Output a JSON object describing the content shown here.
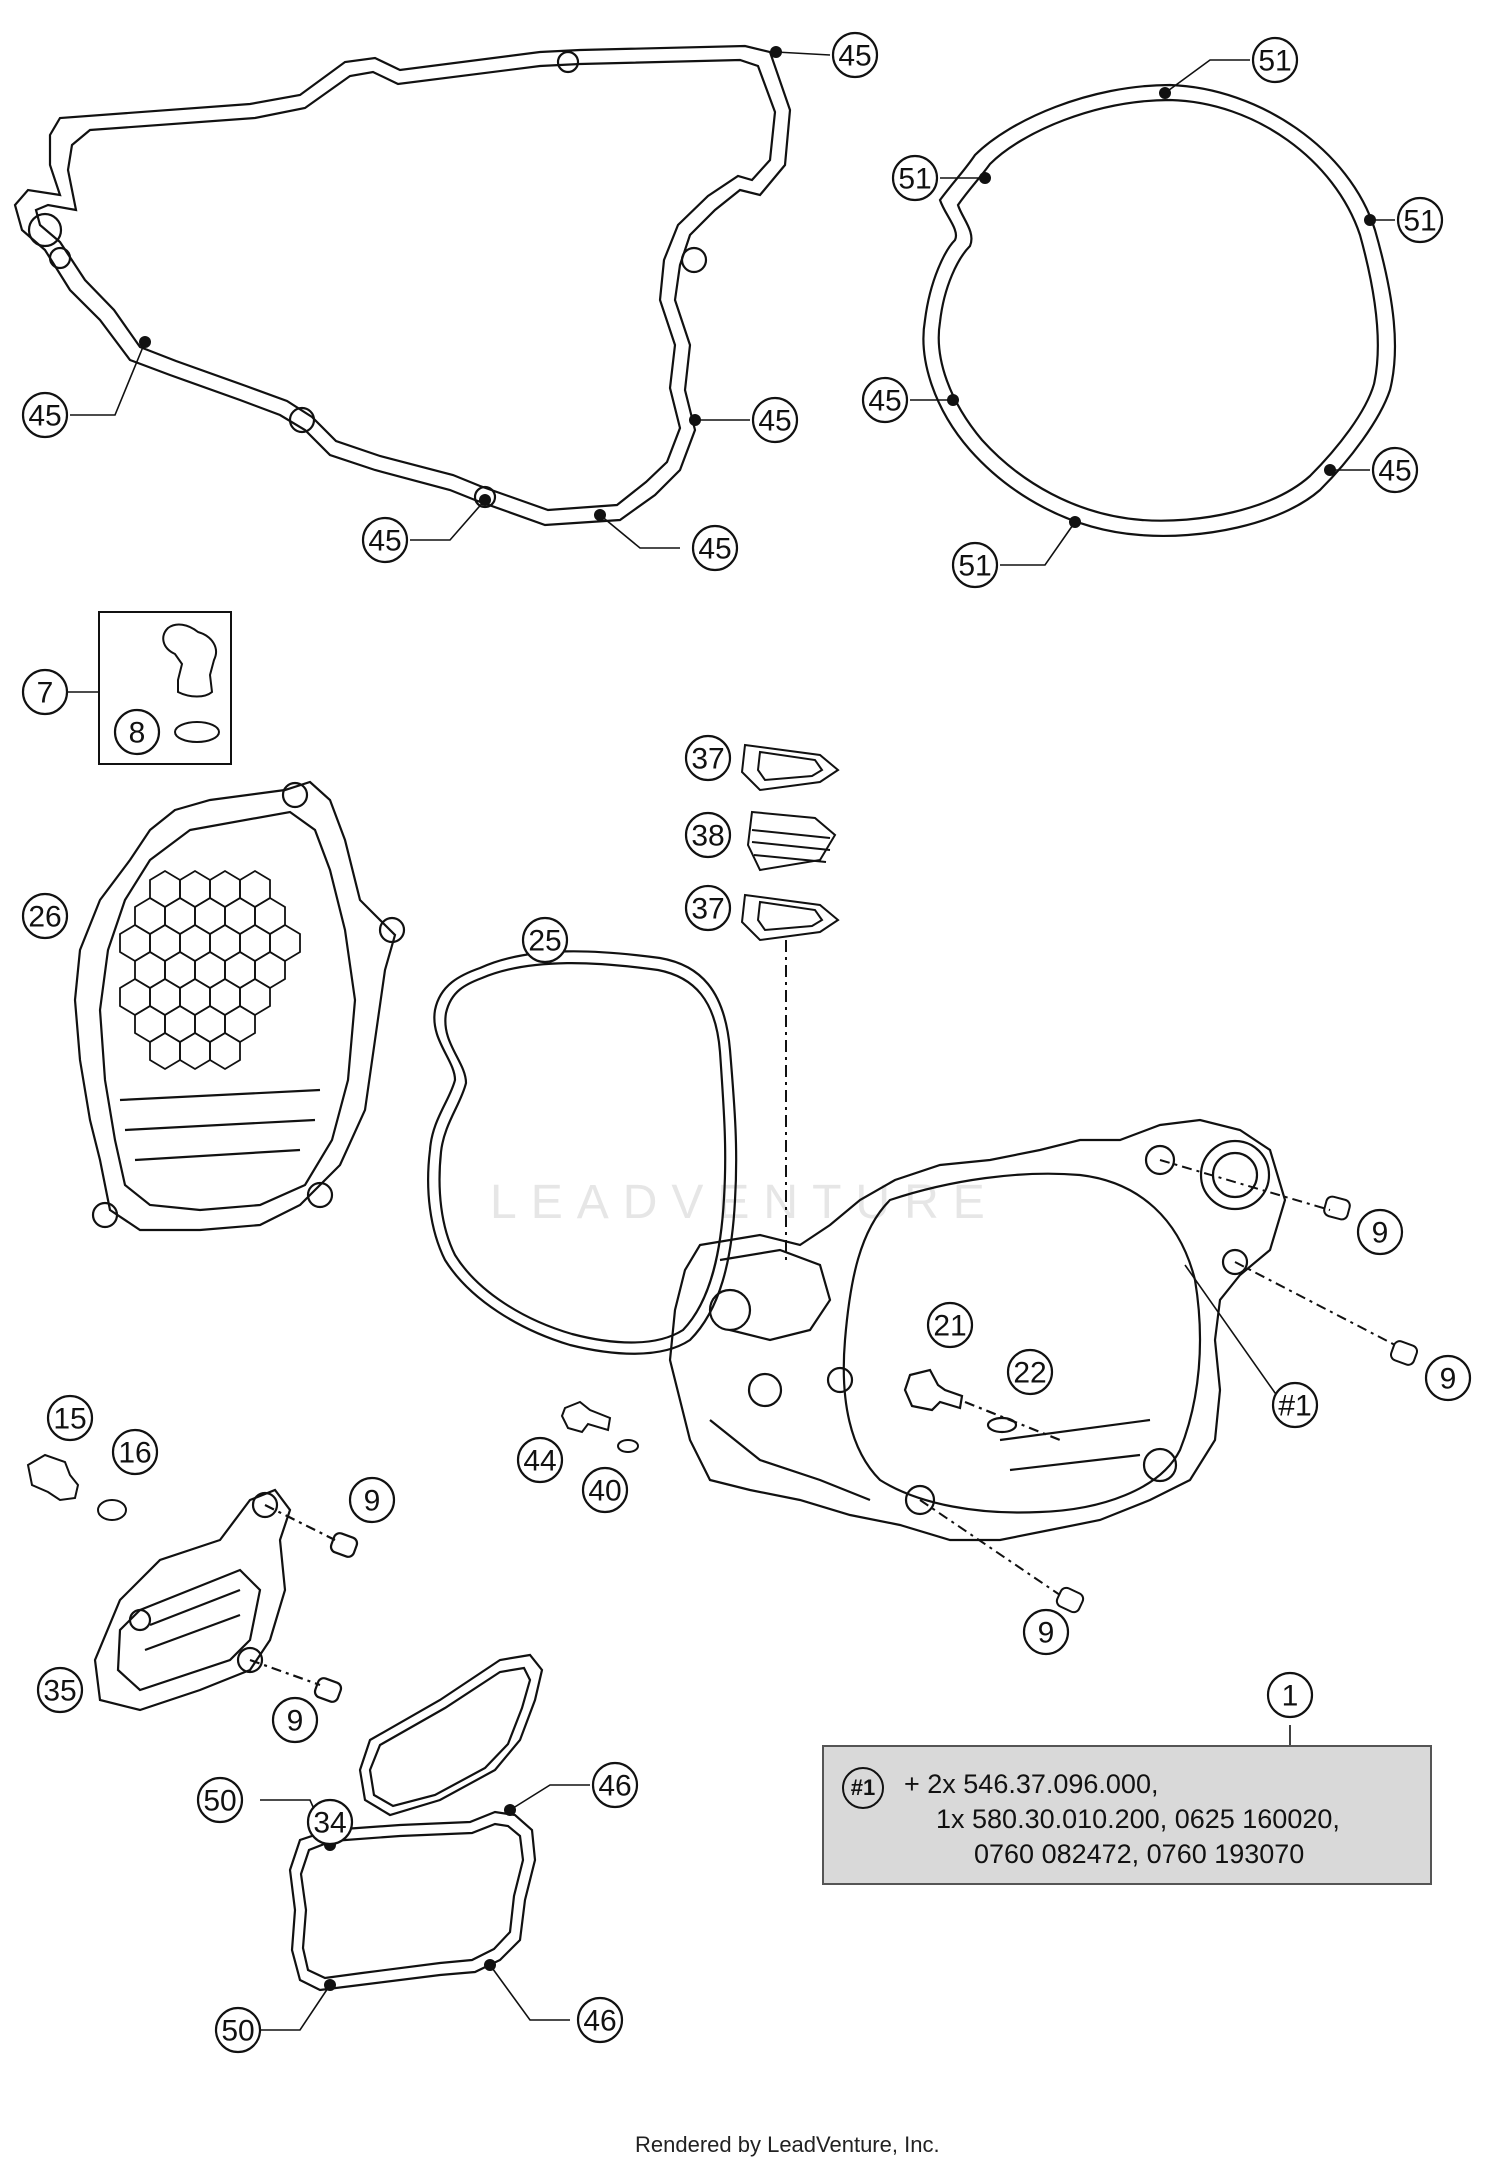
{
  "watermark_text": "LEADVENTURE",
  "footer_text": "Rendered by LeadVenture, Inc.",
  "note": {
    "ref": "#1",
    "line1": "+ 2x 546.37.096.000,",
    "line2": "1x 580.30.010.200, 0625 160020,",
    "line3": "0760 082472, 0760 193070"
  },
  "callouts": [
    {
      "id": "c45a",
      "label": "45"
    },
    {
      "id": "c45b",
      "label": "45"
    },
    {
      "id": "c45c",
      "label": "45"
    },
    {
      "id": "c45d",
      "label": "45"
    },
    {
      "id": "c45e",
      "label": "45"
    },
    {
      "id": "c51a",
      "label": "51"
    },
    {
      "id": "c51b",
      "label": "51"
    },
    {
      "id": "c51c",
      "label": "51"
    },
    {
      "id": "c45f",
      "label": "45"
    },
    {
      "id": "c45g",
      "label": "45"
    },
    {
      "id": "c51d",
      "label": "51"
    },
    {
      "id": "c7",
      "label": "7"
    },
    {
      "id": "c8",
      "label": "8"
    },
    {
      "id": "c26",
      "label": "26"
    },
    {
      "id": "c37a",
      "label": "37"
    },
    {
      "id": "c38",
      "label": "38"
    },
    {
      "id": "c37b",
      "label": "37"
    },
    {
      "id": "c25",
      "label": "25"
    },
    {
      "id": "c9a",
      "label": "9"
    },
    {
      "id": "c9b",
      "label": "9"
    },
    {
      "id": "c21",
      "label": "21"
    },
    {
      "id": "c22",
      "label": "22"
    },
    {
      "id": "c1ref",
      "label": "#1"
    },
    {
      "id": "c15",
      "label": "15"
    },
    {
      "id": "c16",
      "label": "16"
    },
    {
      "id": "c44",
      "label": "44"
    },
    {
      "id": "c40",
      "label": "40"
    },
    {
      "id": "c9c",
      "label": "9"
    },
    {
      "id": "c9d",
      "label": "9"
    },
    {
      "id": "c35",
      "label": "35"
    },
    {
      "id": "c9e",
      "label": "9"
    },
    {
      "id": "c34",
      "label": "34"
    },
    {
      "id": "c1",
      "label": "1"
    },
    {
      "id": "c50a",
      "label": "50"
    },
    {
      "id": "c46a",
      "label": "46"
    },
    {
      "id": "c50b",
      "label": "50"
    },
    {
      "id": "c46b",
      "label": "46"
    }
  ]
}
